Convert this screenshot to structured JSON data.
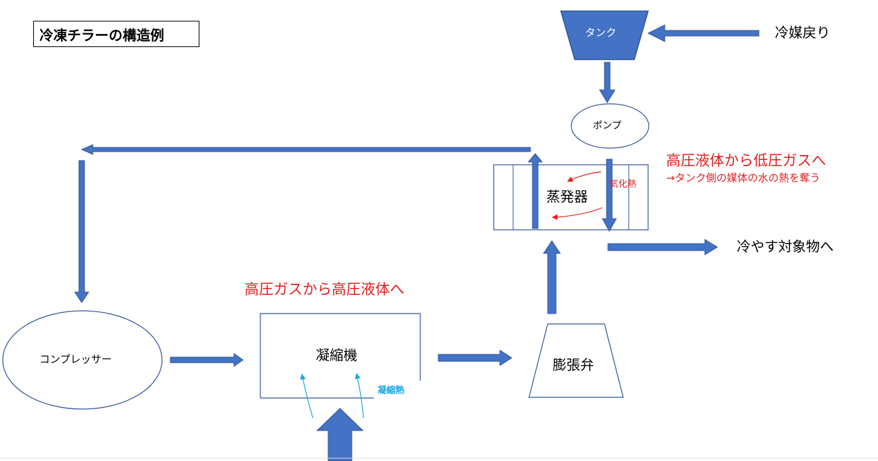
{
  "title": "冷凍チラーの構造例",
  "nodes": {
    "tank": "タンク",
    "pump": "ポンプ",
    "evaporator": "蒸発器",
    "compressor": "コンプレッサー",
    "condenser": "凝縮機",
    "expansion_valve": "膨張弁"
  },
  "labels": {
    "refrigerant_return": "冷媒戻り",
    "to_target": "冷やす対象物へ",
    "heat_of_vaporization": "気化熱",
    "heat_of_condensation": "凝縮熱"
  },
  "annotations": {
    "evaporator_line1": "高圧液体から低圧ガスへ",
    "evaporator_line2": "→タンク側の媒体の水の熱を奪う",
    "condenser": "高圧ガスから高圧液体へ"
  },
  "colors": {
    "arrow": "#4472c4",
    "arrow_stroke": "#2f5597",
    "outline": "#2f5597",
    "red": "#e02020",
    "cyan": "#1aa7e0"
  }
}
